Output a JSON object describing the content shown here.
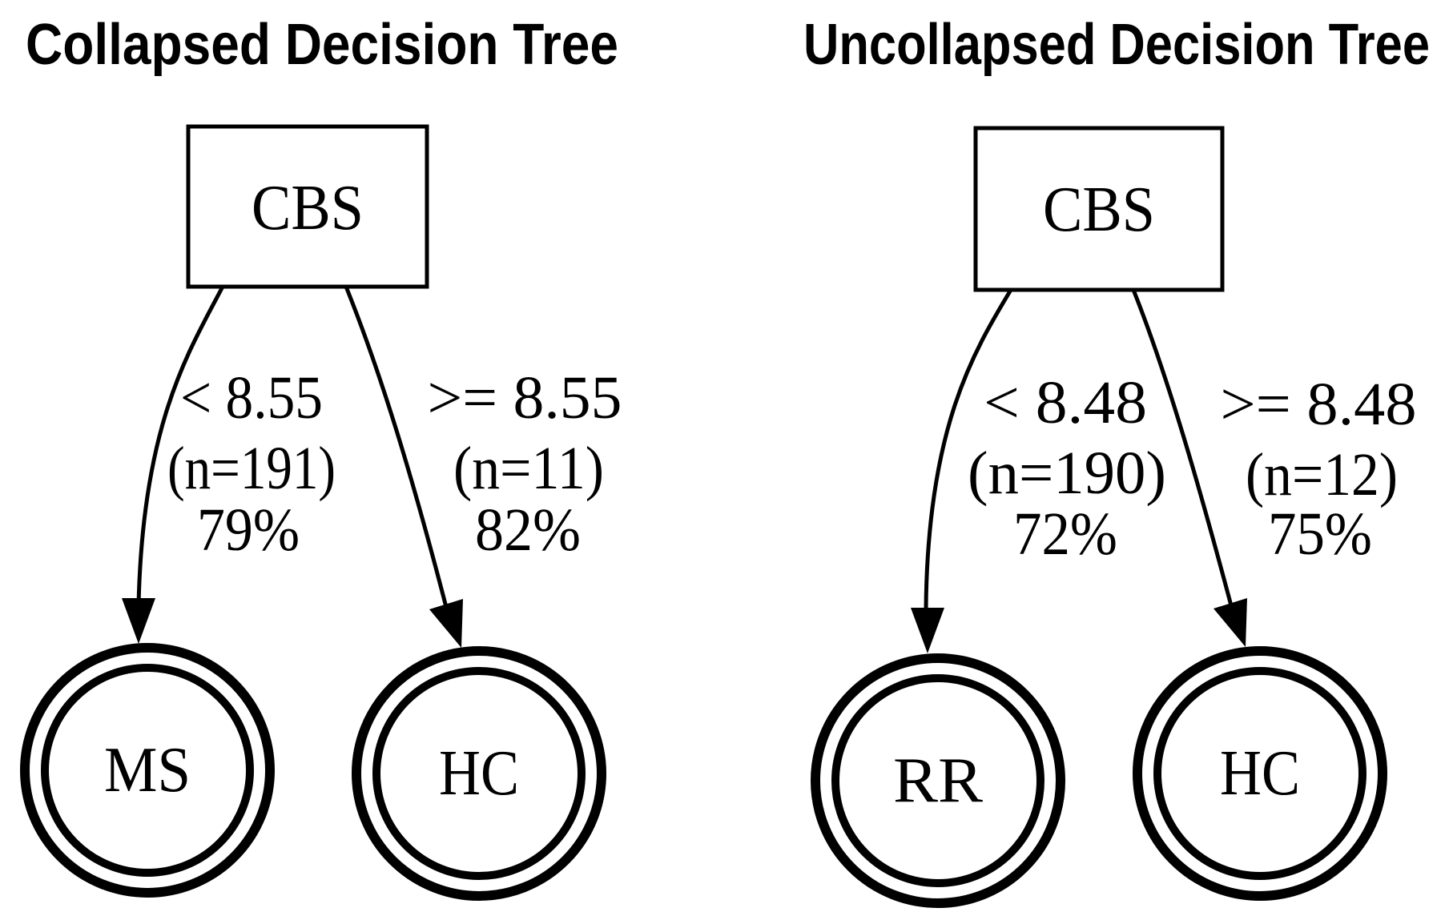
{
  "figure": {
    "type": "decision-tree-comparison",
    "colors": {
      "ink": "#000000",
      "background": "#ffffff"
    }
  },
  "trees": [
    {
      "title": "Collapsed Decision Tree",
      "root": "CBS",
      "branches": [
        {
          "condition": "< 8.55",
          "n": "(n=191)",
          "percent": "79%",
          "leaf": "MS"
        },
        {
          "condition": ">= 8.55",
          "n": "(n=11)",
          "percent": "82%",
          "leaf": "HC"
        }
      ]
    },
    {
      "title": "Uncollapsed Decision Tree",
      "root": "CBS",
      "branches": [
        {
          "condition": "< 8.48",
          "n": "(n=190)",
          "percent": "72%",
          "leaf": "RR"
        },
        {
          "condition": ">= 8.48",
          "n": "(n=12)",
          "percent": "75%",
          "leaf": "HC"
        }
      ]
    }
  ]
}
